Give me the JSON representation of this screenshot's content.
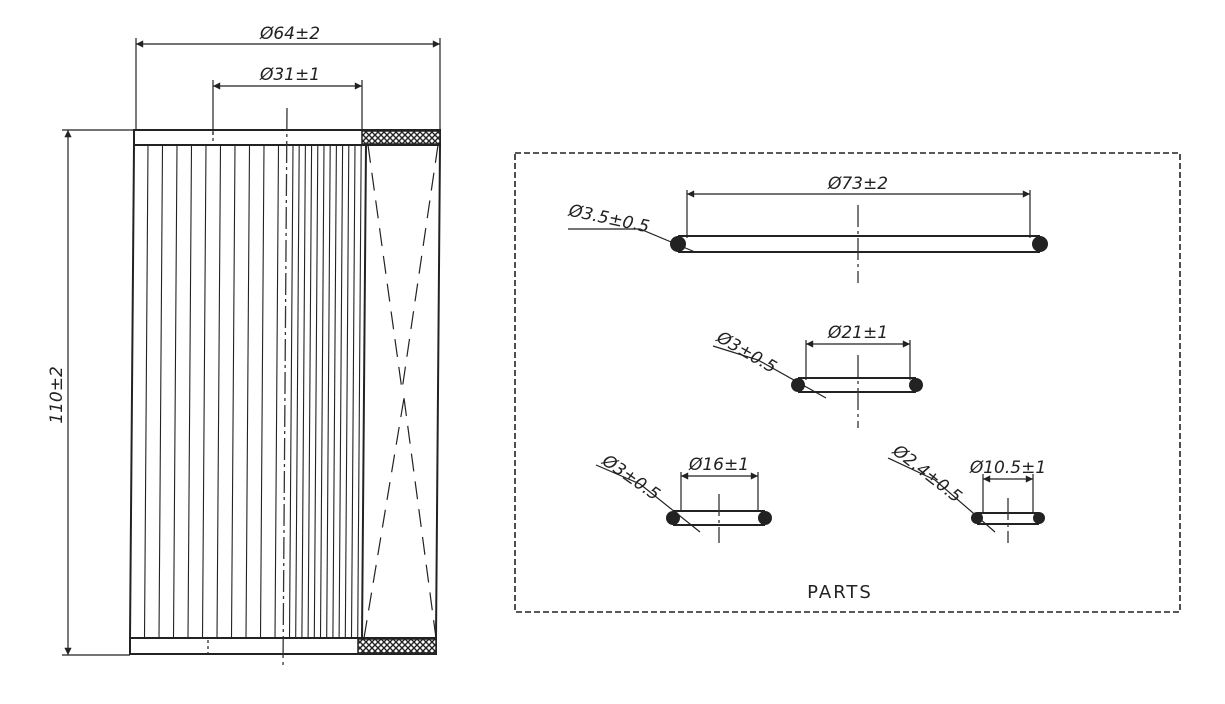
{
  "filter_element": {
    "outer_diameter": "Ø64±2",
    "inner_diameter": "Ø31±1",
    "length": "110±2"
  },
  "parts": {
    "title": "PARTS",
    "oring_1": {
      "inner_diameter": "Ø73±2",
      "cross_section": "Ø3.5±0.5"
    },
    "oring_2": {
      "inner_diameter": "Ø21±1",
      "cross_section": "Ø3±0.5"
    },
    "oring_3": {
      "inner_diameter": "Ø16±1",
      "cross_section": "Ø3±0.5"
    },
    "oring_4": {
      "inner_diameter": "Ø10.5±1",
      "cross_section": "Ø2.4±0.5"
    }
  }
}
